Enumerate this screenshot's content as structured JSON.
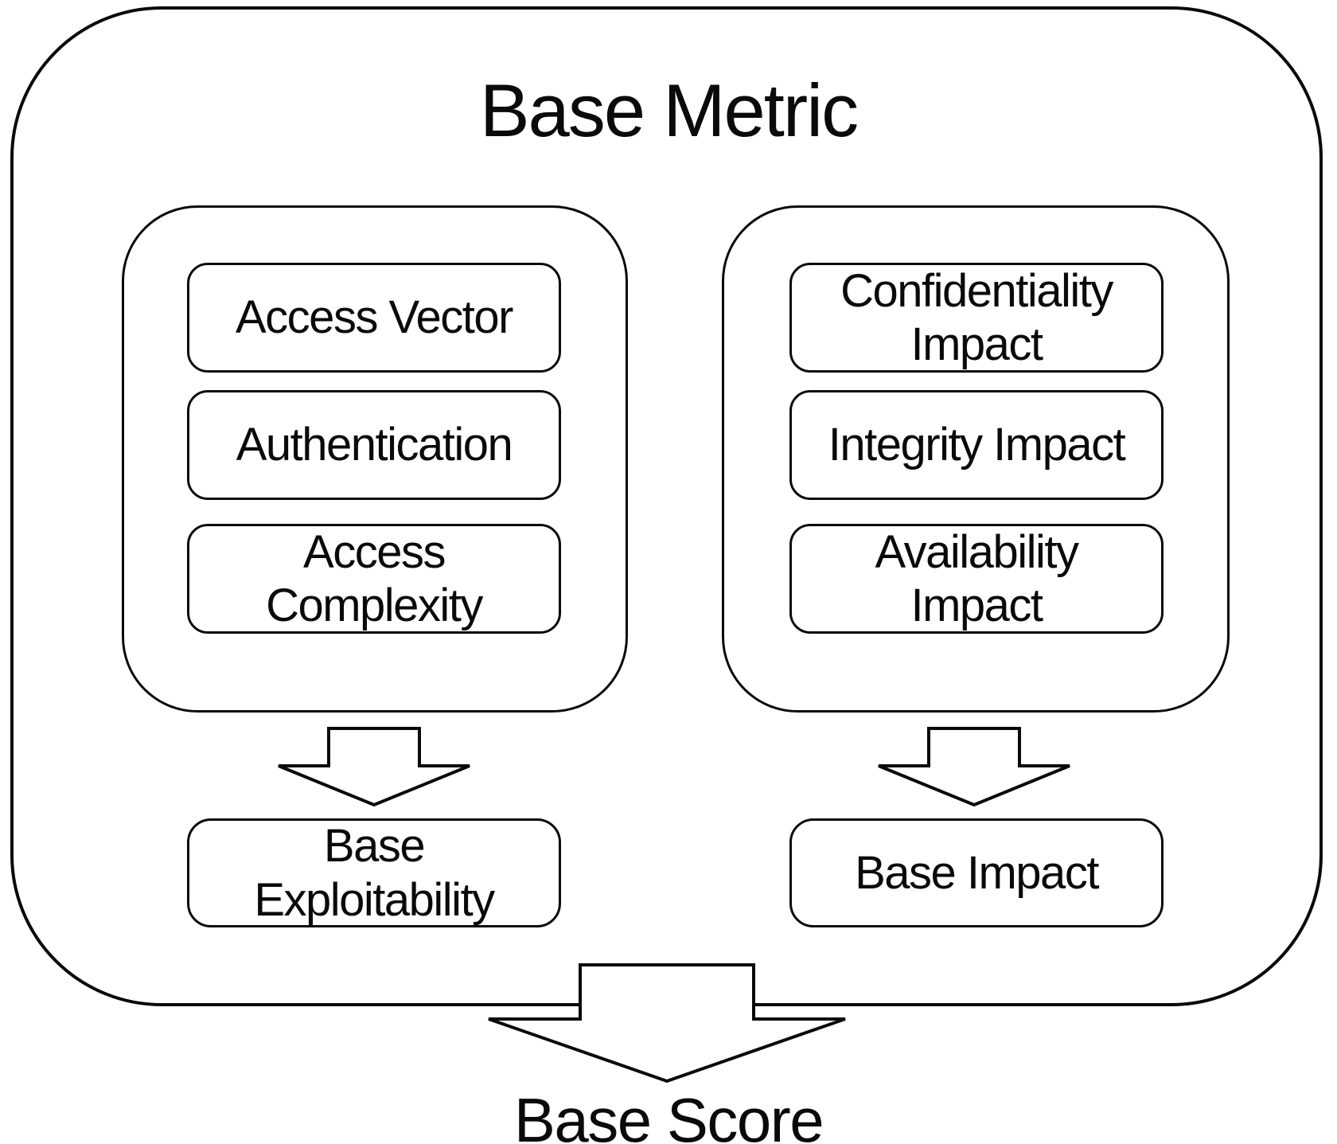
{
  "diagram": {
    "title": "Base Metric",
    "exploitability_group": {
      "items": [
        {
          "label": "Access Vector"
        },
        {
          "label": "Authentication"
        },
        {
          "label": "Access\nComplexity"
        }
      ],
      "result": "Base\nExploitability"
    },
    "impact_group": {
      "items": [
        {
          "label": "Confidentiality\nImpact"
        },
        {
          "label": "Integrity Impact"
        },
        {
          "label": "Availability\nImpact"
        }
      ],
      "result": "Base Impact"
    },
    "output": "Base Score"
  },
  "icons": {
    "down_arrow_left": "block-down-arrow",
    "down_arrow_right": "block-down-arrow",
    "down_arrow_bottom": "block-down-arrow"
  },
  "colors": {
    "line": "#0a0a0a",
    "background": "#ffffff"
  }
}
